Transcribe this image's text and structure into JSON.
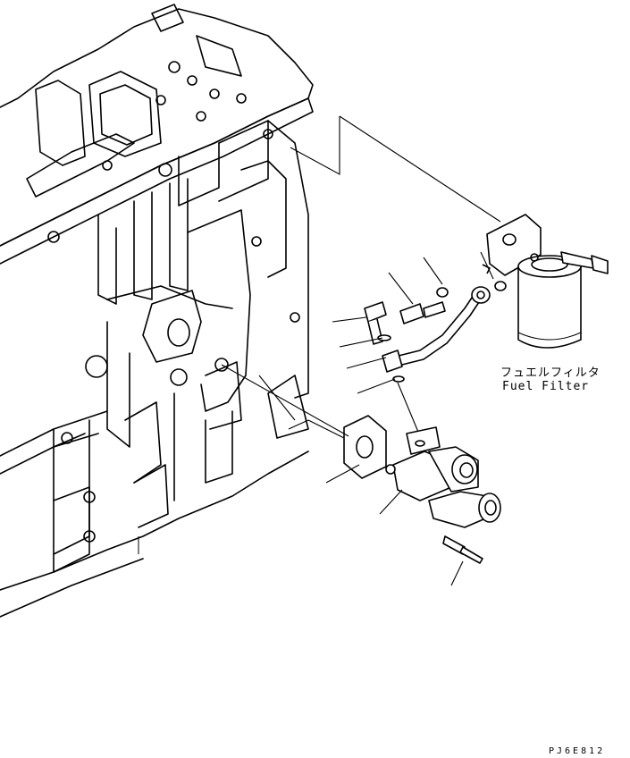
{
  "labels": {
    "fuel_filter_jp": "フュエルフィルタ",
    "fuel_filter_en": "Fuel Filter",
    "drawing_code": "PJ6E812"
  }
}
